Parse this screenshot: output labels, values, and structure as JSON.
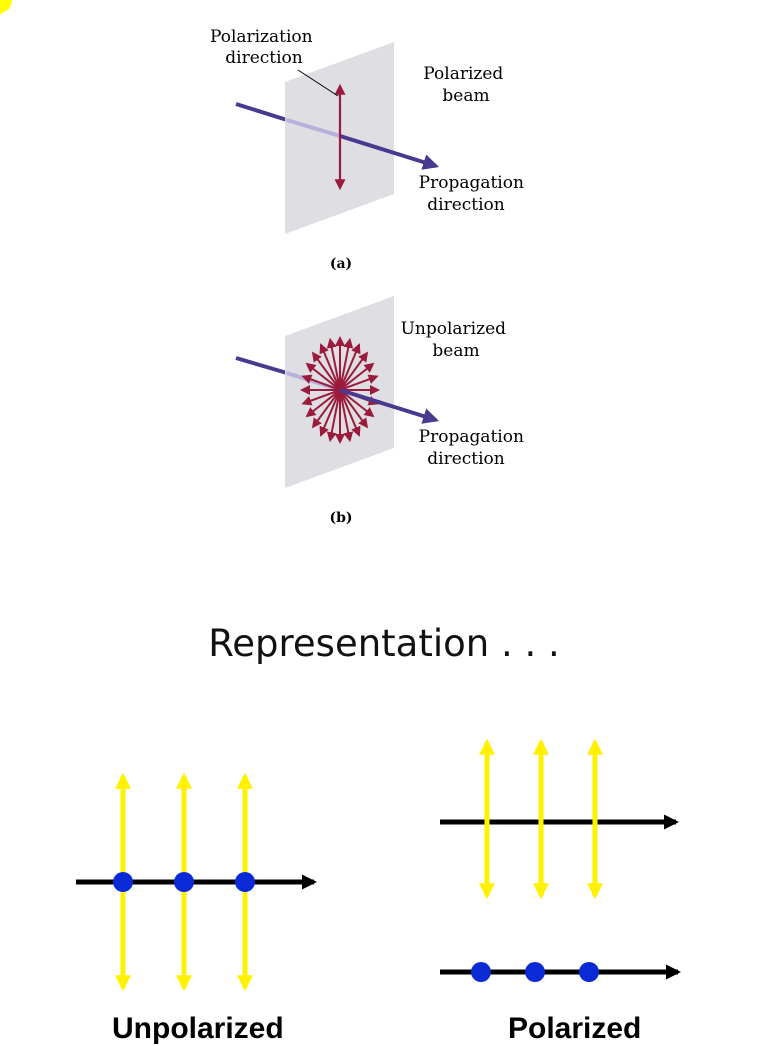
{
  "panel_a": {
    "label_polarization": [
      "Polarization",
      "direction"
    ],
    "label_beam": [
      "Polarized",
      "beam"
    ],
    "label_propagation": [
      "Propagation",
      "direction"
    ],
    "caption": "(a)"
  },
  "panel_b": {
    "label_beam": [
      "Unpolarized",
      "beam"
    ],
    "label_propagation": [
      "Propagation",
      "direction"
    ],
    "caption": "(b)"
  },
  "representation": {
    "heading": "Representation . . .",
    "unpolarized_caption": "Unpolarized",
    "polarized_caption": "Polarized"
  },
  "colors": {
    "plane": "#dcdce0",
    "beam": "#4a3a8f",
    "beam_light": "#b9b0dc",
    "field_arrow": "#9b1b3c",
    "yellow_arrow": "#fff200",
    "dot": "#0a2ad6",
    "axis": "#000000",
    "corner_mark": "#ffff00"
  }
}
